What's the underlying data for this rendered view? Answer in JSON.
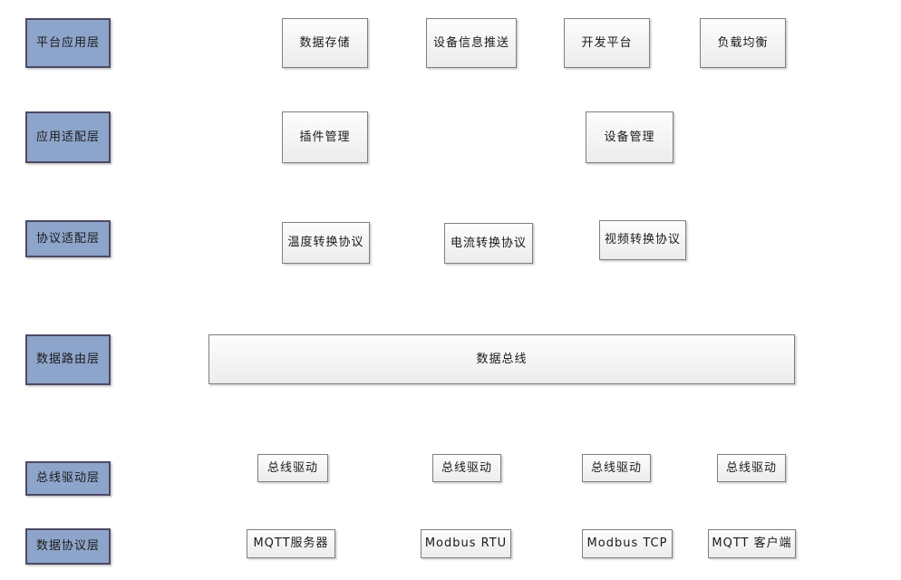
{
  "diagram": {
    "type": "layered-architecture",
    "language": "zh-CN"
  },
  "colors": {
    "layer_fill": "#8EA5CB",
    "layer_border": "#4E4965",
    "box_border": "#7F7F7F",
    "box_fill_top": "#FDFDFD",
    "box_fill_bottom": "#ECECEC",
    "text_color": "#1A1A1A",
    "bg_color": "#FFFFFF"
  },
  "layers": [
    {
      "label": "平台应用层",
      "components": [
        "数据存储",
        "设备信息推送",
        "开发平台",
        "负载均衡"
      ]
    },
    {
      "label": "应用适配层",
      "components": [
        "插件管理",
        "设备管理"
      ]
    },
    {
      "label": "协议适配层",
      "components": [
        "温度转换协议",
        "电流转换协议",
        "视频转换协议"
      ]
    },
    {
      "label": "数据路由层",
      "components": [
        "数据总线"
      ]
    },
    {
      "label": "总线驱动层",
      "components": [
        "总线驱动",
        "总线驱动",
        "总线驱动",
        "总线驱动"
      ]
    },
    {
      "label": "数据协议层",
      "components": [
        "MQTT服务器",
        "Modbus RTU",
        "Modbus TCP",
        "MQTT 客户端"
      ]
    }
  ]
}
